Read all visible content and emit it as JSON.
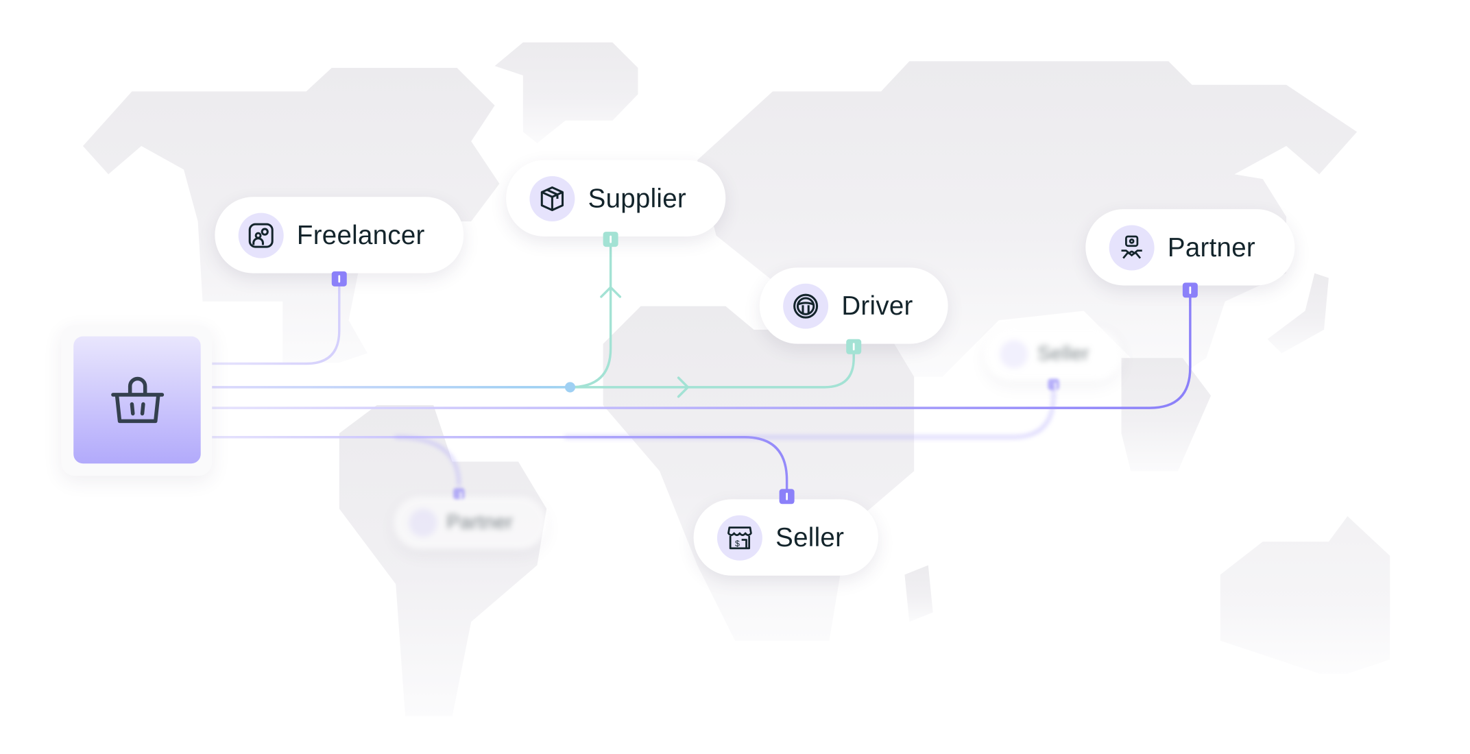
{
  "colors": {
    "accent_purple": "#8b80f9",
    "accent_teal": "#a3e2d4",
    "accent_blue": "#9fd0f3",
    "map": "#eeedf0",
    "text": "#13242b",
    "icon_bg": "#e6e3fc"
  },
  "hub": {
    "icon": "shopping-basket-icon"
  },
  "nodes": [
    {
      "label": "Freelancer",
      "icon": "freelancer-portrait-icon",
      "port_color": "purple"
    },
    {
      "label": "Supplier",
      "icon": "package-box-icon",
      "port_color": "teal"
    },
    {
      "label": "Driver",
      "icon": "steering-wheel-icon",
      "port_color": "teal"
    },
    {
      "label": "Partner",
      "icon": "handshake-icon",
      "port_color": "purple"
    },
    {
      "label": "Seller",
      "icon": "storefront-icon",
      "port_color": "purple"
    }
  ],
  "blurred_nodes": [
    {
      "label": "Seller",
      "icon": "storefront-icon"
    },
    {
      "label": "Partner",
      "icon": "handshake-icon"
    }
  ]
}
